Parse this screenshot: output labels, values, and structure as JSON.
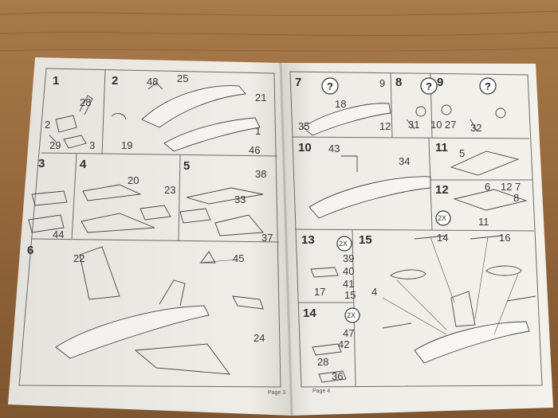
{
  "pages": {
    "left": {
      "page_label": "Page 3",
      "steps": [
        "1",
        "2",
        "3",
        "4",
        "5",
        "6"
      ],
      "part_numbers": [
        "28",
        "2",
        "29",
        "3",
        "48",
        "25",
        "21",
        "19",
        "1",
        "46",
        "23",
        "44",
        "20",
        "33",
        "38",
        "37",
        "45",
        "24",
        "22"
      ]
    },
    "right": {
      "page_label": "Page 4",
      "steps": [
        "7",
        "8",
        "9",
        "10",
        "11",
        "12",
        "13",
        "14",
        "15"
      ],
      "part_numbers": [
        "35",
        "18",
        "9",
        "12",
        "31",
        "10",
        "27",
        "32",
        "43",
        "34",
        "5",
        "6",
        "12",
        "7",
        "8",
        "14",
        "11",
        "16",
        "15",
        "4",
        "40",
        "42",
        "36",
        "17",
        "28",
        "47",
        "39",
        "41"
      ],
      "quantity_marks": [
        "2X",
        "2X",
        "2X"
      ]
    }
  },
  "colors": {
    "table": "#9a6a3a",
    "paper": "#f1efe9",
    "ink": "#3a3a3a"
  }
}
